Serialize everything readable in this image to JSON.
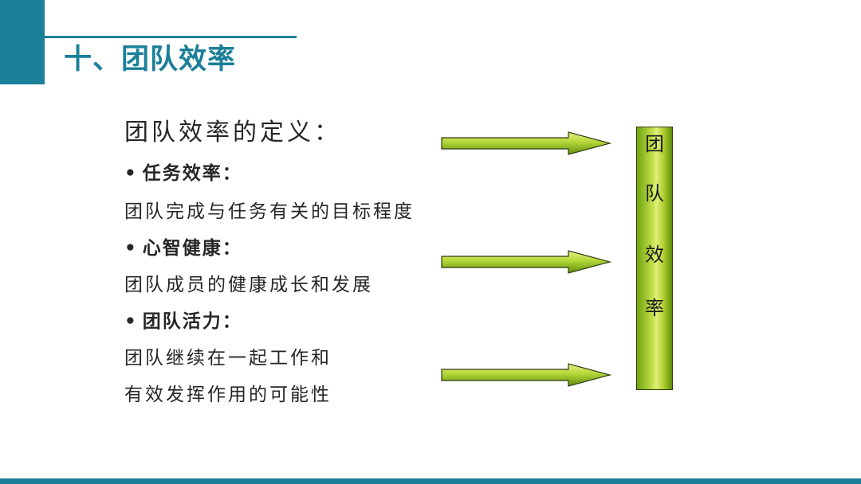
{
  "slide": {
    "title": "十、团队效率"
  },
  "content": {
    "heading": "团队效率的定义：",
    "items": [
      {
        "bullet": "•",
        "label": "任务效率：",
        "desc_lines": [
          "团队完成与任务有关的目标程度"
        ]
      },
      {
        "bullet": "•",
        "label": "心智健康：",
        "desc_lines": [
          "团队成员的健康成长和发展"
        ]
      },
      {
        "bullet": "•",
        "label": "团队活力：",
        "desc_lines": [
          "团队继续在一起工作和",
          "有效发挥作用的可能性"
        ]
      }
    ]
  },
  "side_box": {
    "chars": [
      "团",
      "队",
      "效",
      "率"
    ]
  },
  "colors": {
    "accent": "#1b7f99",
    "arrow_light": "#c9e44f",
    "arrow_dark": "#5f8f0f",
    "outline": "#2f3a10"
  }
}
